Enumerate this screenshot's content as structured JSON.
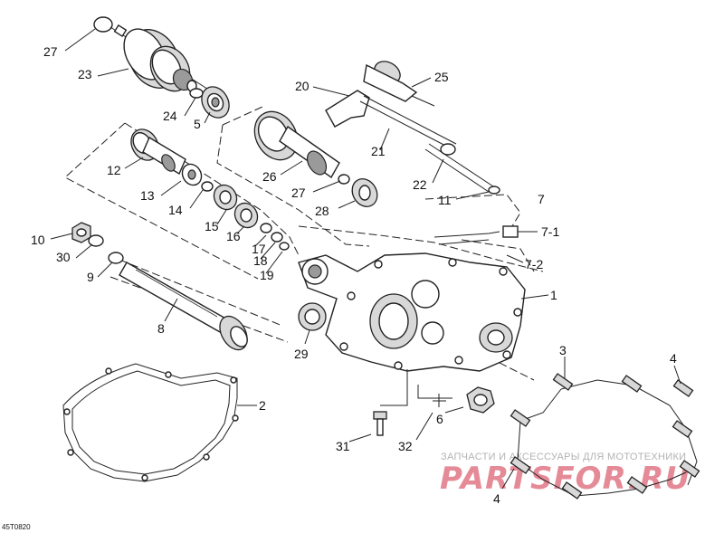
{
  "diagram": {
    "code": "45T0820",
    "watermark": {
      "top_text": "ЗАПЧАСТИ И АКСЕССУАРЫ ДЛЯ МОТОТЕХНИКИ",
      "brand": "PARTSFOR.RU"
    },
    "callouts": [
      {
        "id": "27a",
        "text": "27"
      },
      {
        "id": "23",
        "text": "23"
      },
      {
        "id": "24",
        "text": "24"
      },
      {
        "id": "5",
        "text": "5"
      },
      {
        "id": "20",
        "text": "20"
      },
      {
        "id": "25",
        "text": "25"
      },
      {
        "id": "12",
        "text": "12"
      },
      {
        "id": "26",
        "text": "26"
      },
      {
        "id": "21",
        "text": "21"
      },
      {
        "id": "22",
        "text": "22"
      },
      {
        "id": "13",
        "text": "13"
      },
      {
        "id": "14",
        "text": "14"
      },
      {
        "id": "27b",
        "text": "27"
      },
      {
        "id": "28",
        "text": "28"
      },
      {
        "id": "11",
        "text": "11"
      },
      {
        "id": "7",
        "text": "7"
      },
      {
        "id": "15",
        "text": "15"
      },
      {
        "id": "16",
        "text": "16"
      },
      {
        "id": "10",
        "text": "10"
      },
      {
        "id": "7-1",
        "text": "7-1"
      },
      {
        "id": "17",
        "text": "17"
      },
      {
        "id": "30",
        "text": "30"
      },
      {
        "id": "18",
        "text": "18"
      },
      {
        "id": "7-2",
        "text": "7-2"
      },
      {
        "id": "9",
        "text": "9"
      },
      {
        "id": "19",
        "text": "19"
      },
      {
        "id": "1",
        "text": "1"
      },
      {
        "id": "8",
        "text": "8"
      },
      {
        "id": "29",
        "text": "29"
      },
      {
        "id": "3",
        "text": "3"
      },
      {
        "id": "4a",
        "text": "4"
      },
      {
        "id": "2",
        "text": "2"
      },
      {
        "id": "6",
        "text": "6"
      },
      {
        "id": "31",
        "text": "31"
      },
      {
        "id": "32",
        "text": "32"
      },
      {
        "id": "4b",
        "text": "4"
      }
    ]
  }
}
